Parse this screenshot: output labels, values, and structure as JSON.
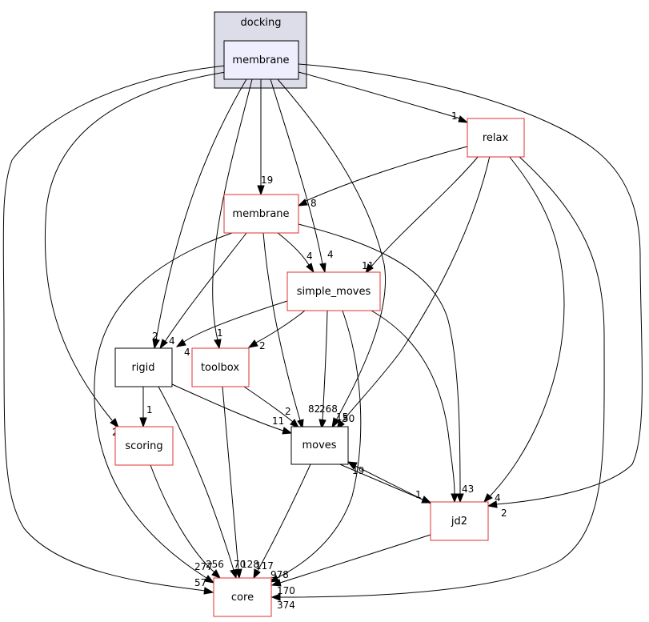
{
  "cluster": {
    "label": "docking"
  },
  "nodes": {
    "membrane_main": "membrane",
    "relax": "relax",
    "membrane_sub": "membrane",
    "simple_moves": "simple_moves",
    "rigid": "rigid",
    "toolbox": "toolbox",
    "scoring": "scoring",
    "moves": "moves",
    "jd2": "jd2",
    "core": "core"
  },
  "edge_labels": {
    "main_relax": "1",
    "main_membrane_sub": "19",
    "main_simple_moves_8": "8",
    "main_simple_moves_4": "4",
    "main_rigid": "2",
    "main_toolbox": "1",
    "main_scoring": "2",
    "main_core": "57",
    "main_jd2": "2",
    "main_moves": "50",
    "relax_jd2": "4",
    "relax_core": "374",
    "relax_simple_moves": "11",
    "relax_moves": "15",
    "mem_simple_moves": "4",
    "mem_rigid": "4",
    "mem_moves": "82",
    "mem_jd2": "43",
    "mem_core": "277",
    "sm_rigid": "4",
    "sm_toolbox": "2",
    "sm_moves": "268",
    "sm_core": "978",
    "rigid_scoring": "1",
    "rigid_moves": "11",
    "rigid_core": "70",
    "toolbox_moves": "2",
    "toolbox_core": "128",
    "scoring_core": "256",
    "moves_jd2": "1",
    "jd2_moves": "19",
    "moves_core": "117",
    "jd2_core": "170"
  },
  "colors": {
    "cluster_fill": "#dddde9",
    "cluster_border": "#000000",
    "main_node_fill": "#eeeeff",
    "red_border": "#e03030",
    "black_border": "#000000"
  }
}
